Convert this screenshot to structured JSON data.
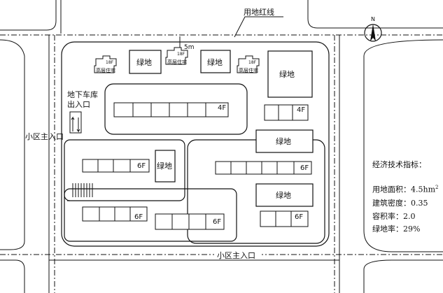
{
  "labels": {
    "red_line": "用地红线",
    "setback": "5m",
    "garage": [
      "地下车库",
      "出入口"
    ],
    "main_entrance_west": "小区主入口",
    "main_entrance_south": "小区主入口",
    "north": "N",
    "green": "绿地",
    "high_rise": [
      "18F",
      "高层住宅"
    ],
    "floors_4": "4F",
    "floors_6": "6F"
  },
  "indicators": {
    "title": "经济技术指标：",
    "area": "用地面积：4.5hm",
    "area_sup": "2",
    "density": "建筑密度：0.35",
    "far": "容积率：2.0",
    "green_rate": "绿地率：29%"
  }
}
